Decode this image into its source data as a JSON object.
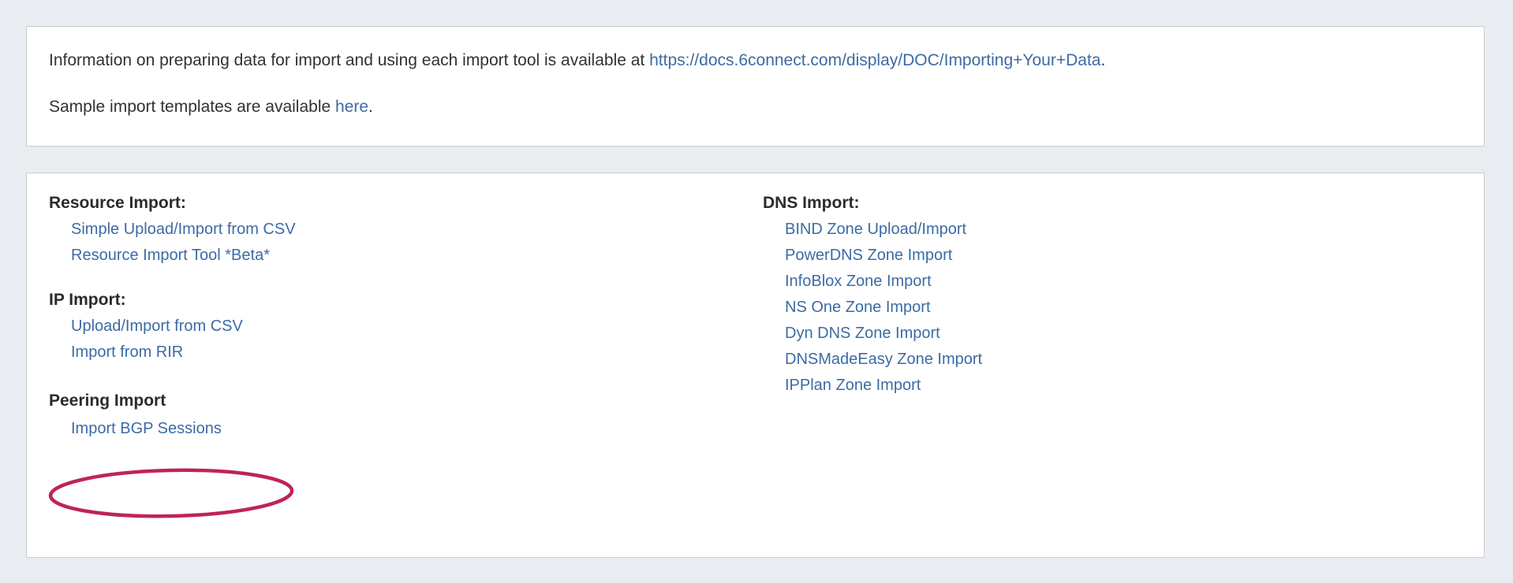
{
  "background_color": "#e9edf1",
  "panel": {
    "background_color": "#ffffff",
    "border_color": "#c9cdd1"
  },
  "link_color": "#3c6ba4",
  "heading_color": "#292c2e",
  "info_panel": {
    "line1_prefix": "Information on preparing data for import and using each import tool is available at ",
    "line1_link": "https://docs.6connect.com/display/DOC/Importing+Your+Data",
    "line1_suffix": ".",
    "line2_prefix": "Sample import templates are available ",
    "line2_link": "here",
    "line2_suffix": "."
  },
  "tools_panel": {
    "left_groups": [
      {
        "title": "Resource Import:",
        "links": [
          "Simple Upload/Import from CSV",
          "Resource Import Tool *Beta*"
        ]
      },
      {
        "title": "IP Import:",
        "links": [
          "Upload/Import from CSV",
          "Import from RIR"
        ]
      },
      {
        "title": "Peering Import",
        "links": [
          "Import BGP Sessions"
        ]
      }
    ],
    "right_groups": [
      {
        "title": "DNS Import:",
        "links": [
          "BIND Zone Upload/Import",
          "PowerDNS Zone Import",
          "InfoBlox Zone Import",
          "NS One Zone Import",
          "Dyn DNS Zone Import",
          "DNSMadeEasy Zone Import",
          "IPPlan Zone Import"
        ]
      }
    ]
  },
  "annotation": {
    "shape": "ellipse",
    "color": "#bf2456",
    "target_label": "Import BGP Sessions"
  }
}
